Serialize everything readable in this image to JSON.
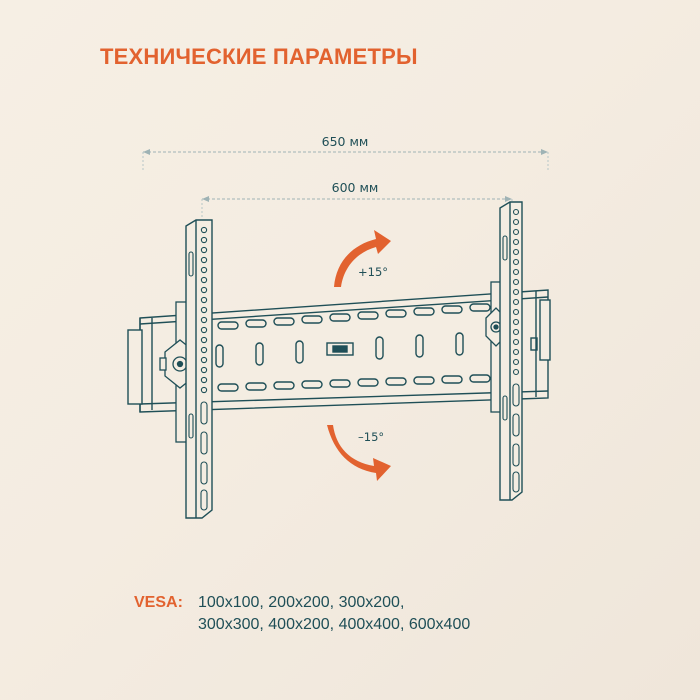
{
  "title": "ТЕХНИЧЕСКИЕ ПАРАМЕТРЫ",
  "dimensions": {
    "outer": "650 мм",
    "inner": "600 мм"
  },
  "tilt": {
    "up": "+15°",
    "down": "–15°"
  },
  "vesa": {
    "label": "VESA:",
    "line1": "100x100, 200x200, 300x200,",
    "line2": "300x300, 400x200, 400x400, 600x400"
  },
  "colors": {
    "accent": "#e2622f",
    "line": "#1f4f57",
    "background": "#f5eee3"
  }
}
